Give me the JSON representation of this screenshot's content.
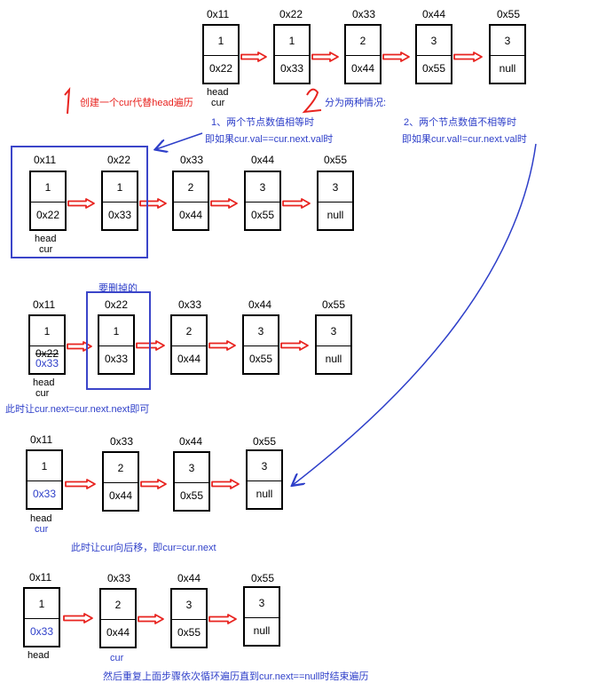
{
  "header": {
    "step1_marker": "1",
    "step1_text": "创建一个cur代替head遍历",
    "step2_marker": "2",
    "step2_text": "分为两种情况:",
    "case_equal_title": "1、两个节点数值相等时",
    "case_equal_cond": "即如果cur.val==cur.next.val时",
    "case_notequal_title": "2、两个节点数值不相等时",
    "case_notequal_cond": "即如果cur.val!=cur.next.val时"
  },
  "row1": {
    "nodes": [
      {
        "addr": "0x11",
        "val": "1",
        "next": "0x22"
      },
      {
        "addr": "0x22",
        "val": "1",
        "next": "0x33"
      },
      {
        "addr": "0x33",
        "val": "2",
        "next": "0x44"
      },
      {
        "addr": "0x44",
        "val": "3",
        "next": "0x55"
      },
      {
        "addr": "0x55",
        "val": "3",
        "next": "null"
      }
    ],
    "head_label": "head",
    "cur_label": "cur"
  },
  "row2": {
    "nodes": [
      {
        "addr": "0x11",
        "val": "1",
        "next": "0x22"
      },
      {
        "addr": "0x22",
        "val": "1",
        "next": "0x33"
      },
      {
        "addr": "0x33",
        "val": "2",
        "next": "0x44"
      },
      {
        "addr": "0x44",
        "val": "3",
        "next": "0x55"
      },
      {
        "addr": "0x55",
        "val": "3",
        "next": "null"
      }
    ],
    "head_label": "head",
    "cur_label": "cur"
  },
  "row3": {
    "delete_label": "要删掉的",
    "nodes": [
      {
        "addr": "0x11",
        "val": "1",
        "next": "0x22",
        "next_new": "0x33"
      },
      {
        "addr": "0x22",
        "val": "1",
        "next": "0x33"
      },
      {
        "addr": "0x33",
        "val": "2",
        "next": "0x44"
      },
      {
        "addr": "0x44",
        "val": "3",
        "next": "0x55"
      },
      {
        "addr": "0x55",
        "val": "3",
        "next": "null"
      }
    ],
    "head_label": "head",
    "cur_label": "cur",
    "note": "此时让cur.next=cur.next.next即可"
  },
  "row4": {
    "nodes": [
      {
        "addr": "0x11",
        "val": "1",
        "next": "0x33"
      },
      {
        "addr": "0x33",
        "val": "2",
        "next": "0x44"
      },
      {
        "addr": "0x44",
        "val": "3",
        "next": "0x55"
      },
      {
        "addr": "0x55",
        "val": "3",
        "next": "null"
      }
    ],
    "head_label": "head",
    "cur_label": "cur",
    "note": "此时让cur向后移，即cur=cur.next"
  },
  "row5": {
    "nodes": [
      {
        "addr": "0x11",
        "val": "1",
        "next": "0x33"
      },
      {
        "addr": "0x33",
        "val": "2",
        "next": "0x44"
      },
      {
        "addr": "0x44",
        "val": "3",
        "next": "0x55"
      },
      {
        "addr": "0x55",
        "val": "3",
        "next": "null"
      }
    ],
    "head_label": "head",
    "cur_label": "cur",
    "note": "然后重复上面步骤依次循环遍历直到cur.next==null时结束遍历"
  },
  "colors": {
    "red": "#e8231f",
    "blue": "#2e3fc9",
    "black": "#000000"
  }
}
